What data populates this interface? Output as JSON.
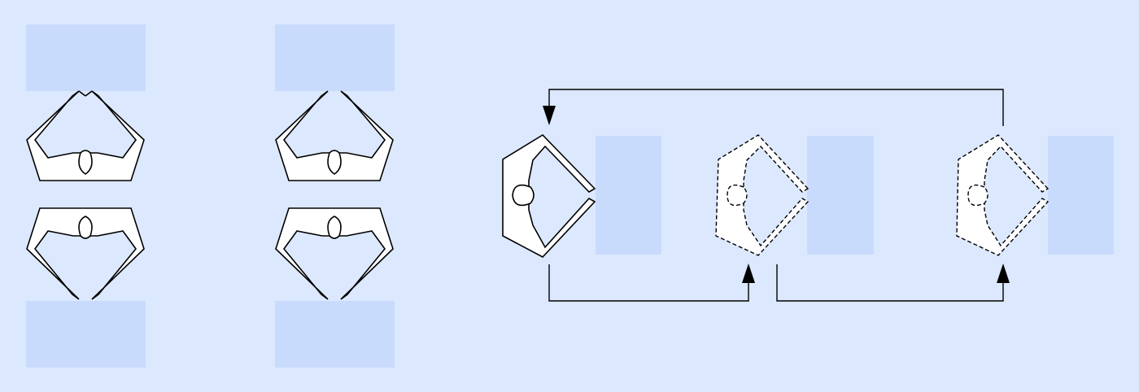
{
  "diagram": {
    "colors": {
      "background": "#dce8fd",
      "pad": "#c8dbfd",
      "gripper_fill": "#ffffff",
      "line": "#000000"
    },
    "left_panel": {
      "grippers": [
        {
          "name": "gripper-1a",
          "style": "solid",
          "facing": "up"
        },
        {
          "name": "gripper-1b",
          "style": "solid",
          "facing": "down"
        },
        {
          "name": "gripper-2a",
          "style": "solid",
          "facing": "up"
        },
        {
          "name": "gripper-2b",
          "style": "solid",
          "facing": "down"
        }
      ],
      "pads": 4
    },
    "right_panel": {
      "stages": [
        {
          "name": "stage-1",
          "style": "solid",
          "facing": "right"
        },
        {
          "name": "stage-2",
          "style": "dashed",
          "facing": "right"
        },
        {
          "name": "stage-3",
          "style": "dashed",
          "facing": "right"
        }
      ],
      "flow": [
        {
          "from": "stage-1",
          "to": "stage-2",
          "route": "below"
        },
        {
          "from": "stage-2",
          "to": "stage-3",
          "route": "below"
        },
        {
          "from": "stage-3",
          "to": "stage-1",
          "route": "above"
        }
      ]
    }
  }
}
